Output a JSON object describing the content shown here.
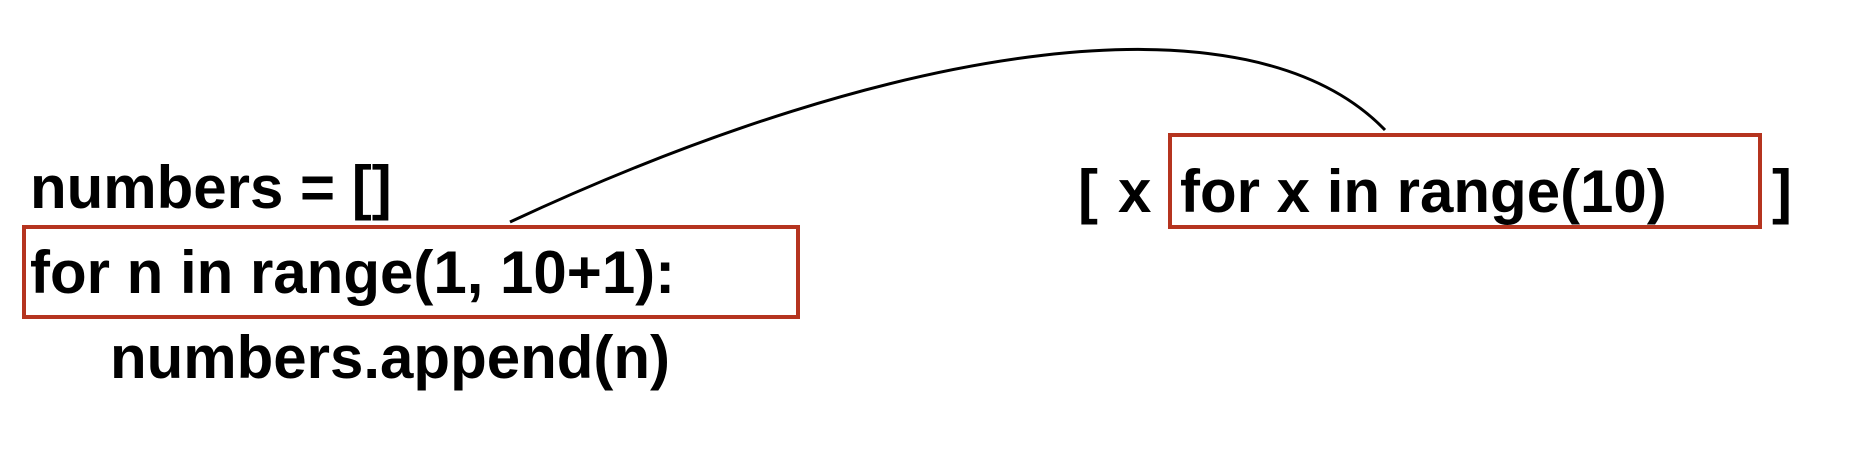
{
  "loop_code": {
    "line1": "numbers = []",
    "line2": "for n in range(1, 10+1):",
    "line3": "numbers.append(n)"
  },
  "comprehension": {
    "open_bracket": "[",
    "expr": "x",
    "clause": "for x in range(10)",
    "close_bracket": "]"
  },
  "colors": {
    "highlight_box": "#b5341f",
    "text": "#000000",
    "connector": "#000000"
  }
}
